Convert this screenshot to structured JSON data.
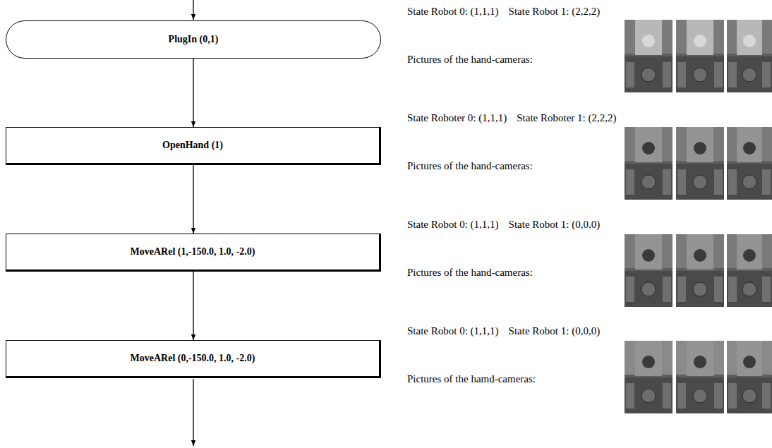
{
  "diagram": {
    "nodes": [
      {
        "text": [
          "PlugIn (0,1)"
        ]
      },
      {
        "text": [
          "OpenHand (1)"
        ]
      },
      {
        "text": [
          "MoveARel (1,-150.0, 1.0, -2.0)"
        ]
      },
      {
        "text": [
          "MoveARel (0,-150.0, 1.0, -2.0)"
        ]
      }
    ],
    "edges": [
      {
        "from": 0,
        "to": 1,
        "arrow": "to"
      },
      {
        "from": 1,
        "to": 2,
        "arrow": "to"
      },
      {
        "from": 2,
        "to": 3,
        "arrow": "to"
      }
    ],
    "labels": [
      "State Robot 0: (1,1,1)",
      "State Robot 1: (2,2,2)",
      "Pictures of the hand-cameras:",
      "State Roboter 0: (1,1,1)",
      "State Roboter 1: (2,2,2)",
      "Pictures of the hand-cameras:",
      "State Robot 0: (1,1,1)",
      "State Robot 1: (0,0,0)",
      "Pictures of the hand-cameras:",
      "State Robot 0: (1,1,1)",
      "State Robot 1: (0,0,0)",
      "Pictures of the hamd-cameras:"
    ]
  }
}
